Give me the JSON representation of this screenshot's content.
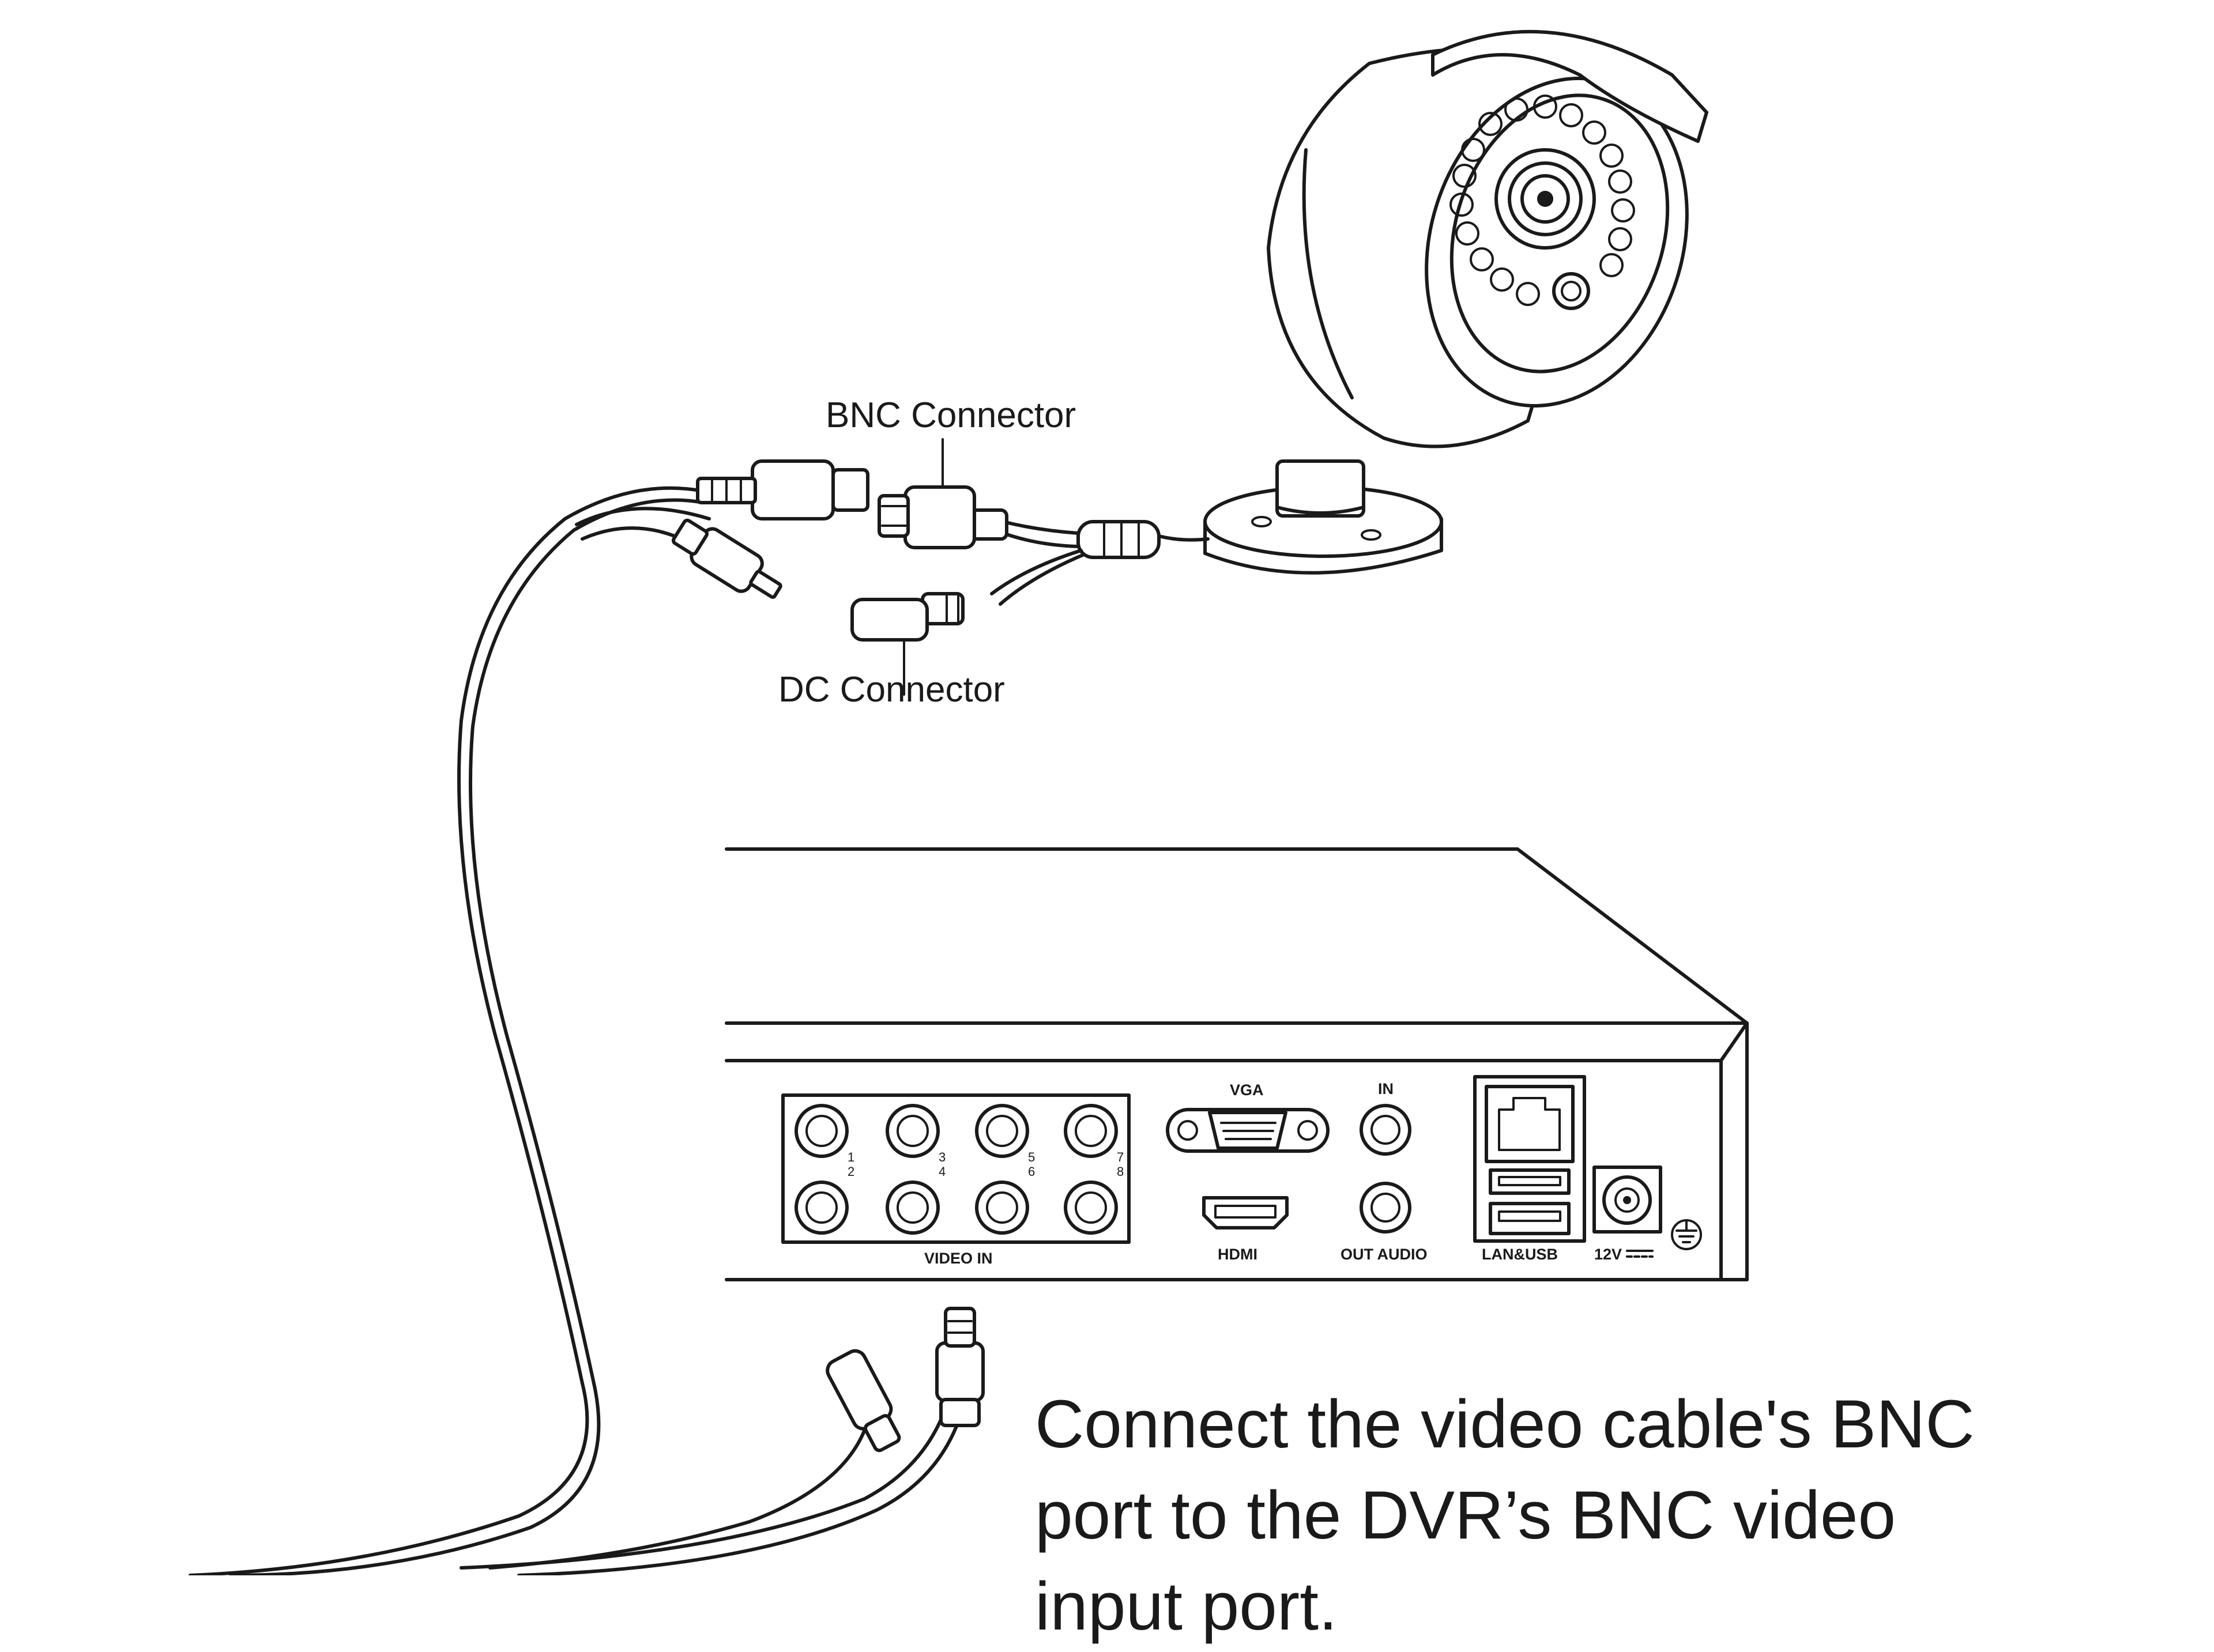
{
  "labels": {
    "bnc_connector": "BNC Connector",
    "dc_connector": "DC Connector"
  },
  "instruction": "Connect the video cable's BNC port to the DVR’s BNC video input port.",
  "dvr": {
    "video_in": "VIDEO IN",
    "vga": "VGA",
    "hdmi": "HDMI",
    "audio_in": "IN",
    "audio_out": "OUT AUDIO",
    "lan_usb": "LAN&USB",
    "power": "12V",
    "channels": [
      "1",
      "2",
      "3",
      "4",
      "5",
      "6",
      "7",
      "8"
    ]
  },
  "colors": {
    "line": "#1a1a1a",
    "background": "#ffffff"
  }
}
